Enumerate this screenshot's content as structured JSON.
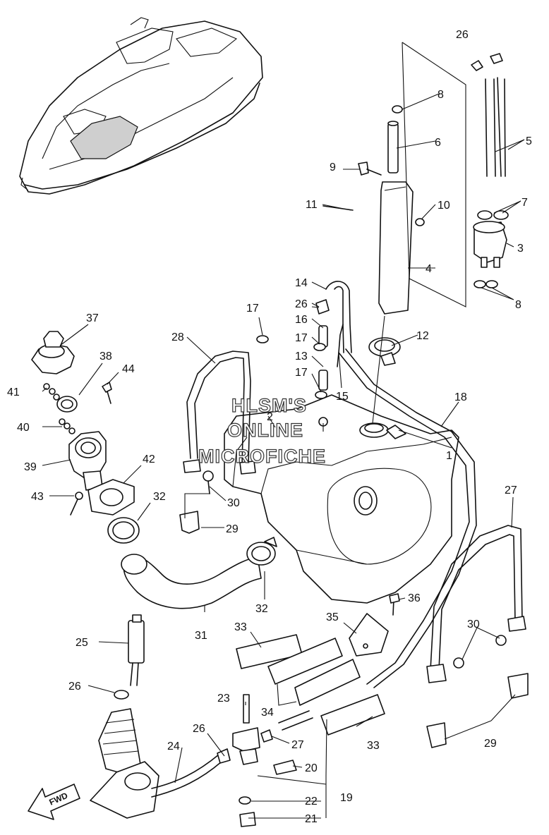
{
  "watermark": {
    "line1": "HLSM'S",
    "line2": "ONLINE",
    "line3": "MICROFICHE"
  },
  "fwd_label": "FWD",
  "callouts": [
    "1",
    "2",
    "3",
    "4",
    "5",
    "6",
    "7",
    "8",
    "8",
    "9",
    "10",
    "11",
    "12",
    "13",
    "14",
    "15",
    "16",
    "17",
    "17",
    "17",
    "18",
    "19",
    "20",
    "21",
    "22",
    "23",
    "24",
    "25",
    "26",
    "26",
    "26",
    "26",
    "27",
    "28",
    "29",
    "29",
    "30",
    "30",
    "31",
    "32",
    "32",
    "33",
    "33",
    "34",
    "35",
    "36",
    "37",
    "38",
    "39",
    "40",
    "41",
    "42",
    "43",
    "44"
  ]
}
